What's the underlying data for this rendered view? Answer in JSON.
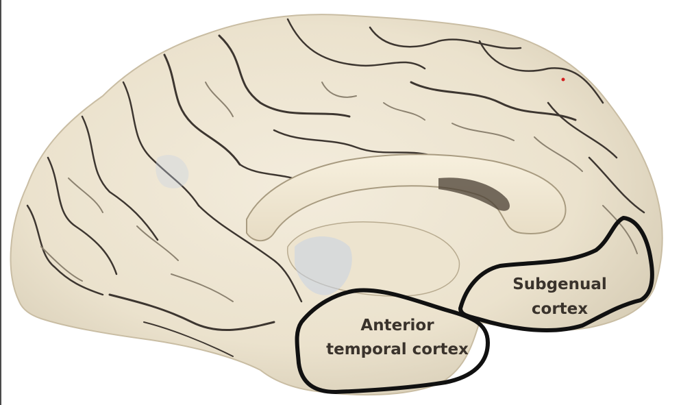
{
  "figure": {
    "regions": [
      {
        "id": "subgenual",
        "line1": "Subgenual",
        "line2": "cortex"
      },
      {
        "id": "anterior-temporal",
        "line1": "Anterior",
        "line2": "temporal cortex"
      }
    ],
    "colors": {
      "brain_fill": "#eee6d3",
      "sulcus_dark": "#3d3630",
      "sulcus_mid": "#8c8270",
      "callosum_fill": "#f2ead6",
      "outline": "#111111",
      "bluish_tissue": "#c7d2e4",
      "red_dot": "#d42020"
    }
  }
}
